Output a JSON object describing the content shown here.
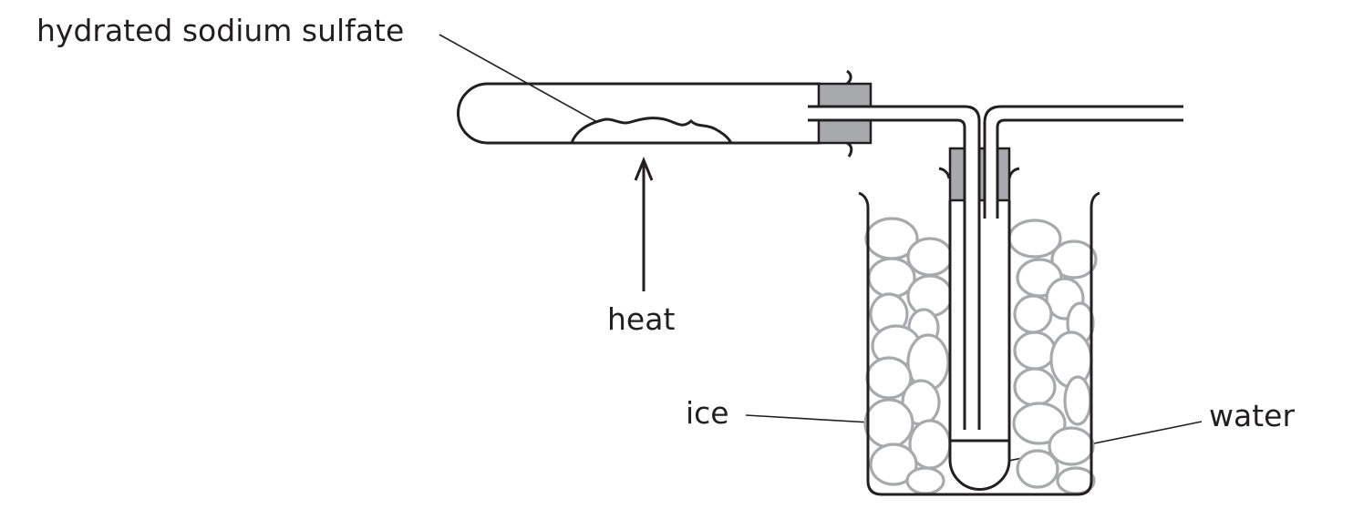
{
  "labels": {
    "solid": "hydrated sodium sulfate",
    "heat": "heat",
    "ice": "ice",
    "water": "water"
  },
  "colors": {
    "line": "#231f20",
    "ice": "#a7a9ac",
    "stopper": "#a7a9ac"
  }
}
